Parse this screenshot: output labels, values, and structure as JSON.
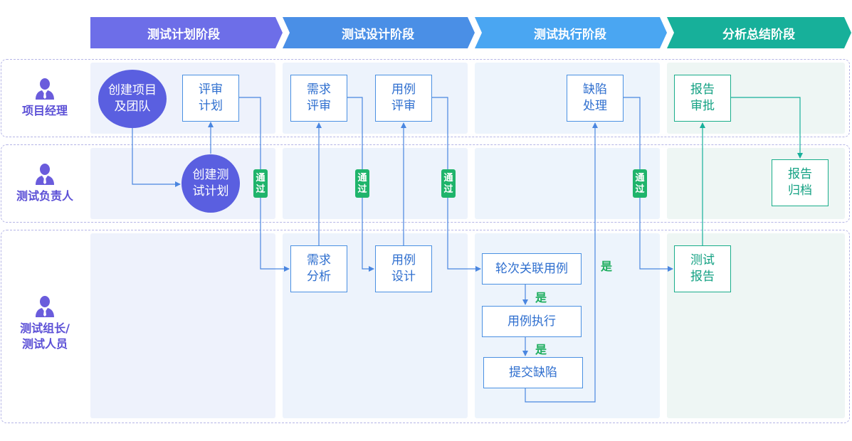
{
  "phases": [
    "测试计划阶段",
    "测试设计阶段",
    "测试执行阶段",
    "分析总结阶段"
  ],
  "colors": {
    "phase1": "#6d6ee8",
    "phase2": "#4a8fe6",
    "phase3": "#4aa6f2",
    "phase4": "#17b09a",
    "badge": "#1fb46b"
  },
  "roles": {
    "pm": {
      "label": "项目经理",
      "icon": "user-icon"
    },
    "lead": {
      "label": "测试负责人",
      "icon": "user-icon"
    },
    "tester": {
      "label": "测试组长/\n测试人员",
      "icon": "user-icon"
    }
  },
  "nodes": {
    "create_project": "创建项目\n及团队",
    "review_plan": "评审\n计划",
    "create_plan": "创建测\n试计划",
    "req_review": "需求\n评审",
    "case_review": "用例\n评审",
    "req_analysis": "需求\n分析",
    "case_design": "用例\n设计",
    "link_cases": "轮次关联用例",
    "run_cases": "用例执行",
    "submit_defect": "提交缺陷",
    "defect_handle": "缺陷\n处理",
    "report_approve": "报告\n审批",
    "report_archive": "报告\n归档",
    "test_report": "测试\n报告"
  },
  "badges": {
    "pass": "通\n过"
  },
  "labels": {
    "yes": "是"
  }
}
